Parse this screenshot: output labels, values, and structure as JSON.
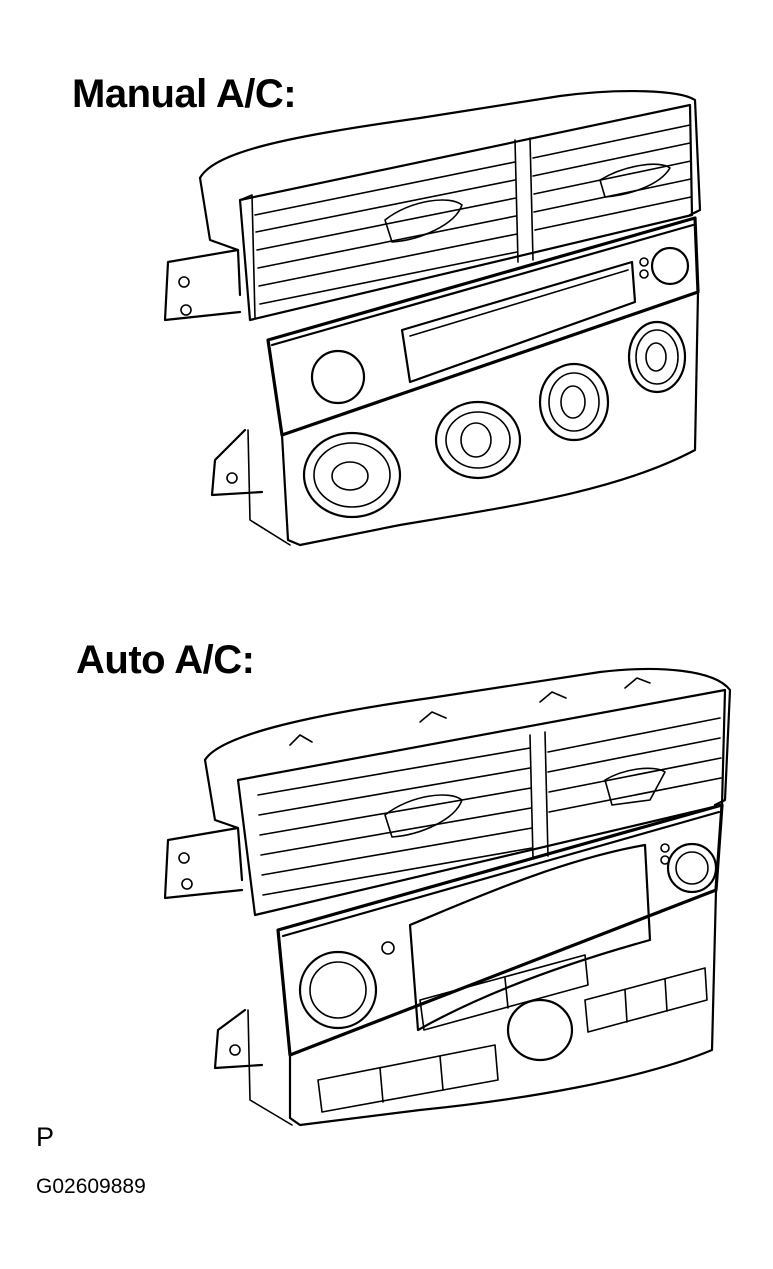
{
  "headings": {
    "manual": "Manual A/C:",
    "auto": "Auto A/C:"
  },
  "footer": {
    "view_code": "P",
    "figure_id": "G02609889"
  },
  "illustrations": {
    "manual": "manual-ac-control-panel",
    "auto": "auto-ac-control-panel"
  },
  "colors": {
    "ink": "#000000",
    "paper": "#ffffff"
  }
}
